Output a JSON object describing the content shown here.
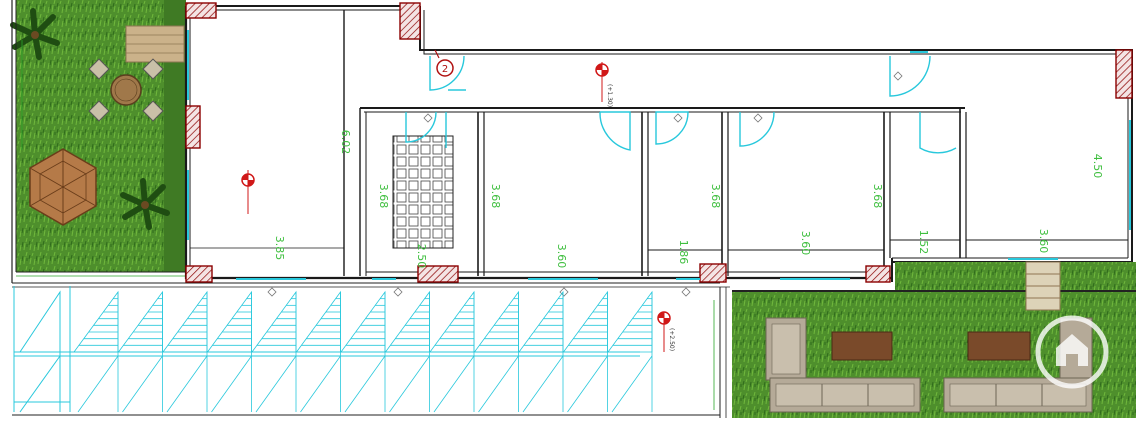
{
  "plan": {
    "dimensions": [
      {
        "id": "d602",
        "value": "6.02"
      },
      {
        "id": "d385",
        "value": "3.85"
      },
      {
        "id": "d368a",
        "value": "3.68"
      },
      {
        "id": "d368b",
        "value": "3.68"
      },
      {
        "id": "d368c",
        "value": "3.68"
      },
      {
        "id": "d368d",
        "value": "3.68"
      },
      {
        "id": "d250",
        "value": "2.50"
      },
      {
        "id": "d360a",
        "value": "3.60"
      },
      {
        "id": "d186",
        "value": "1.86"
      },
      {
        "id": "d360b",
        "value": "3.60"
      },
      {
        "id": "d152",
        "value": "1.52"
      },
      {
        "id": "d360c",
        "value": "3.60"
      },
      {
        "id": "d450",
        "value": "4.50"
      }
    ],
    "levels": [
      {
        "id": "lvl1",
        "value": "(+1.30)"
      },
      {
        "id": "lvl2",
        "value": "(+2.50)"
      }
    ],
    "stair_number": "2",
    "colors": {
      "wall": "#1a1a1a",
      "column_fill": "#f2e0e0",
      "column_stroke": "#8b0000",
      "glass": "#28c8dc",
      "dimension_text": "#3fbf3f",
      "grass": "#4a8c2a",
      "level_marker": "#d01818"
    },
    "icons": [
      "logo-house-icon",
      "palm-tree-icon",
      "gazebo-icon",
      "sofa-icon",
      "table-icon"
    ]
  }
}
